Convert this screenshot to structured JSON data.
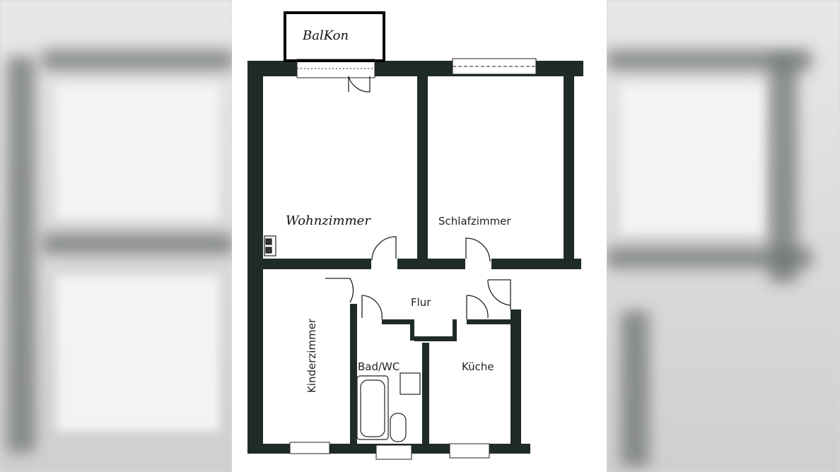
{
  "floor_plan": {
    "colors": {
      "wall": "#1f2b28",
      "paper": "#ffffff",
      "background_blur": "#d9d9d9"
    },
    "rooms": {
      "balkon": "BalKon",
      "wohnzimmer": "Wohnzimmer",
      "schlafzimmer": "Schlafzimmer",
      "flur": "Flur",
      "kinderzimmer": "Kinderzimmer",
      "bad": "Bad/WC",
      "kueche": "Küche"
    }
  }
}
